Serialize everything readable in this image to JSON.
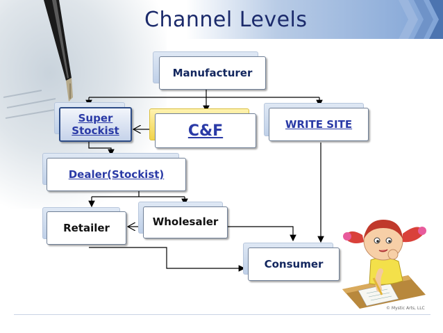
{
  "slide": {
    "title": "Channel Levels",
    "copyright": "© Mystic Arts, LLC"
  },
  "diagram": {
    "nodes": {
      "manufacturer": "Manufacturer",
      "super_stockist_line1": "Super",
      "super_stockist_line2": "Stockist",
      "cf": "C&F",
      "write_site": "WRITE SITE",
      "dealer": "Dealer(Stockist)",
      "retailer": "Retailer",
      "wholesaler": "Wholesaler",
      "consumer": "Consumer"
    }
  },
  "colors": {
    "title": "#1b2a6b",
    "link_text": "#2a3aa6",
    "header_band": "#7fa3d6",
    "cf_shadow": "#f1d34a"
  },
  "icons": {
    "pen": "fountain-pen-icon",
    "cartoon": "girl-writing-cartoon"
  }
}
